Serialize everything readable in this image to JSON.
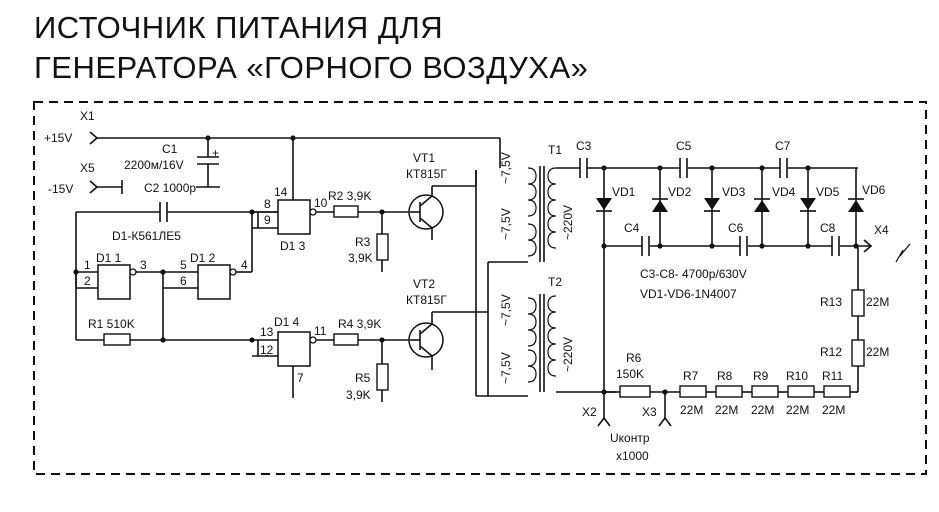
{
  "title": {
    "line1": "ИСТОЧНИК ПИТАНИЯ ДЛЯ",
    "line2": "ГЕНЕРАТОРА «ГОРНОГО ВОЗДУХА»"
  },
  "connectors": {
    "x1": "X1",
    "x1_val": "+15V",
    "x5": "X5",
    "x5_val": "-15V",
    "x2": "X2",
    "x3": "X3",
    "x4": "X4",
    "ukontr": "Uконтр",
    "x1000": "x1000"
  },
  "caps": {
    "c1": "C1",
    "c1_val": "2200м/16V",
    "c2_val": "C2 1000р",
    "c3": "C3",
    "c4": "C4",
    "c5": "C5",
    "c6": "C6",
    "c7": "C7",
    "c8": "C8",
    "plus": "+"
  },
  "ic": {
    "name": "D1-К561ЛЕ5",
    "d11": "D1 1",
    "d12": "D1 2",
    "d13": "D1 3",
    "d14": "D1 4",
    "pins": {
      "p1": "1",
      "p2": "2",
      "p3": "3",
      "p4": "4",
      "p5": "5",
      "p6": "6",
      "p7": "7",
      "p8": "8",
      "p9": "9",
      "p10": "10",
      "p11": "11",
      "p12": "12",
      "p13": "13",
      "p14": "14"
    }
  },
  "resistors": {
    "r1": "R1 510K",
    "r2": "R2 3,9K",
    "r3": "R3",
    "r3_val": "3,9K",
    "r4": "R4 3,9K",
    "r5": "R5",
    "r5_val": "3,9K",
    "r6": "R6",
    "r6_val": "150K",
    "r7": "R7",
    "r8": "R8",
    "r9": "R9",
    "r10": "R10",
    "r11": "R11",
    "r12": "R12",
    "r13": "R13",
    "val22": "22M"
  },
  "transistors": {
    "vt1": "VT1",
    "vt1_type": "КТ815Г",
    "vt2": "VT2",
    "vt2_type": "КТ815Г"
  },
  "transformers": {
    "t1": "T1",
    "t2": "T2",
    "v75": "~7,5V",
    "v220": "~220V"
  },
  "diodes": {
    "vd1": "VD1",
    "vd2": "VD2",
    "vd3": "VD3",
    "vd4": "VD4",
    "vd5": "VD5",
    "vd6": "VD6"
  },
  "notes": {
    "caps_note": "C3-C8- 4700p/630V",
    "diodes_note": "VD1-VD6-1N4007"
  }
}
